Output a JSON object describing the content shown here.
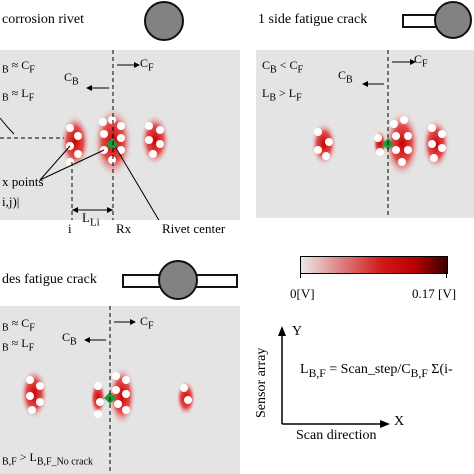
{
  "panels": {
    "top_left": {
      "title": "corrosion rivet",
      "cond1": "≈ C",
      "cond1_sub": "F",
      "cond1_prefix_sub": "B",
      "cond2": "≈ L",
      "cond2_sub": "F",
      "cond2_prefix_sub": "B",
      "cb_label": "C",
      "cb_sub": "B",
      "cf_label": "C",
      "cf_sub": "F",
      "points_label": "x points",
      "ij_label": "i,j)|",
      "i_label": "i",
      "lli_label": "L",
      "lli_sub": "Li",
      "rx_label": "Rx",
      "rivet_center_label": "Rivet center"
    },
    "top_right": {
      "title": "1 side fatigue crack",
      "cond1_left": "C",
      "cond1_left_sub": "B",
      "cond1_op": " < C",
      "cond1_right_sub": "F",
      "cond2_left": "L",
      "cond2_left_sub": "B",
      "cond2_op": " > L",
      "cond2_right_sub": "F",
      "cb_label": "C",
      "cb_sub": "B",
      "cf_label": "C",
      "cf_sub": "F"
    },
    "bottom_left": {
      "title": "des fatigue crack",
      "cond1": "≈ C",
      "cond1_prefix_sub": "B",
      "cond1_sub": "F",
      "cond2": "≈ L",
      "cond2_prefix_sub": "B",
      "cond2_sub": "F",
      "cb_label": "C",
      "cb_sub": "B",
      "cf_label": "C",
      "cf_sub": "F",
      "bottom_cond": "> L",
      "bottom_prefix_sub": "B,F",
      "bottom_sub": "B,F_No crack"
    }
  },
  "colorbar": {
    "min_label": "0[V]",
    "max_label": "0.17 [V]",
    "colors": [
      "#e8e8e8",
      "#b80000",
      "#3a0000"
    ]
  },
  "axes_legend": {
    "y_label": "Y",
    "x_label": "X",
    "sensor_array": "Sensor array",
    "scan_direction": "Scan direction"
  },
  "formula": {
    "lhs": "L",
    "lhs_sub": "B,F",
    "eq": " = Scan_step/C",
    "c_sub": "B,F",
    "rest": " Σ(i-"
  }
}
